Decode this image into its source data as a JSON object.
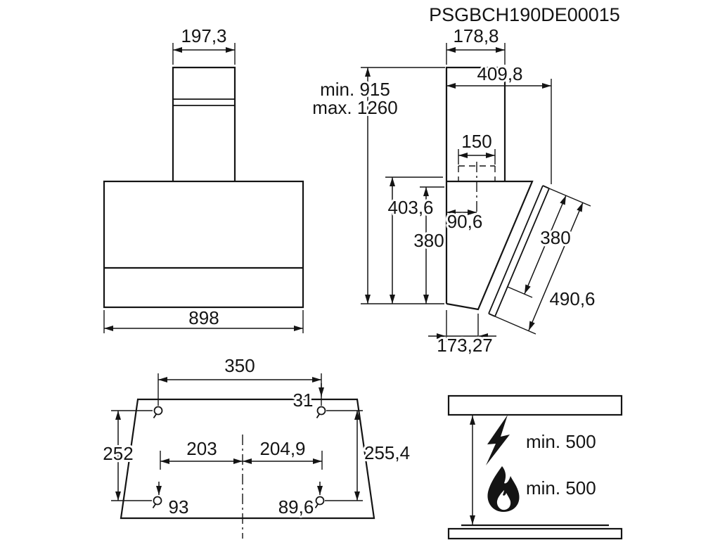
{
  "title": "PSGBCH190DE00015",
  "colors": {
    "line": "#141414",
    "background": "#ffffff"
  },
  "icons": {
    "electric_hazard": "lightning-icon",
    "gas_hazard": "flame-icon",
    "mounting_hole": "keyhole-icon"
  },
  "front_view": {
    "chimney_width": "197,3",
    "body_width": "898"
  },
  "side_view": {
    "top_depth": "178,8",
    "height_min": "min. 915",
    "height_max": "max. 1260",
    "total_depth": "409,8",
    "duct_width": "150",
    "back_height": "403,6",
    "duct_center_offset": "90,6",
    "body_height": "380",
    "panel_section": "380",
    "panel_length": "490,6",
    "bottom_depth": "173,27"
  },
  "mounting_view": {
    "top_hole_spacing": "350",
    "top_hole_offset": "31",
    "left_height": "252",
    "left_hole_spacing": "203",
    "right_hole_spacing": "204,9",
    "right_height": "255,4",
    "bottom_left_offset": "93",
    "bottom_right_offset": "89,6"
  },
  "clearance_view": {
    "electric_min": "min. 500",
    "gas_min": "min. 500"
  }
}
